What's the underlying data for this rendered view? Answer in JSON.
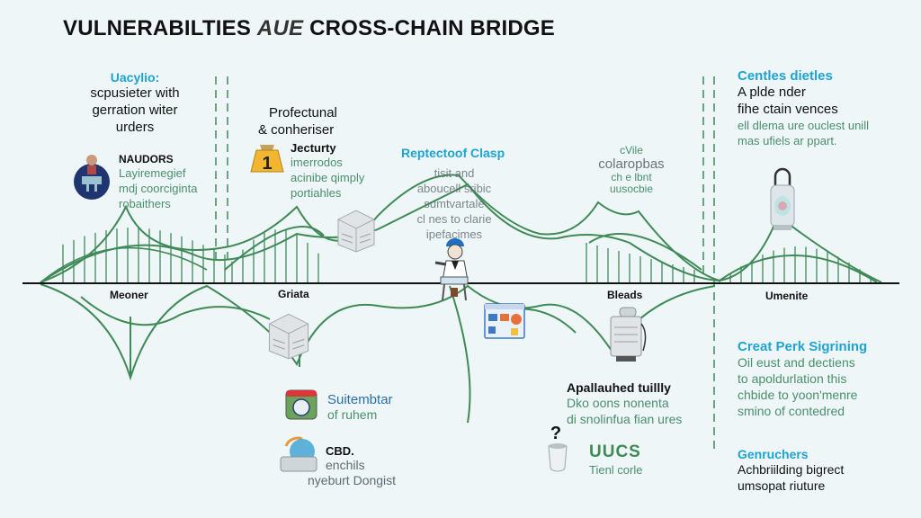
{
  "title": {
    "part1": "VULNERABILTIES",
    "part2": "AUE",
    "part3": "CROSS-CHAIN BRIDGE"
  },
  "colors": {
    "background": "#eef6f8",
    "bridge_green": "#3f8a57",
    "heading_blue": "#1ea3d2",
    "body_green": "#4b8f6b",
    "deck_black": "#111111"
  },
  "sections": {
    "top_left": {
      "heading": "Uacylio:",
      "lines": [
        "scpusieter with",
        "gerration witer",
        "urders"
      ]
    },
    "naudors": {
      "heading": "NAUDORS",
      "lines": [
        "Layiremegief",
        "mdj coorciginta",
        "robaithers"
      ],
      "icon": "person-laptop-icon"
    },
    "profectunal": {
      "heading_lines": [
        "Profectunal",
        "& conheriser"
      ]
    },
    "jecturty": {
      "heading": "Jecturty",
      "lines": [
        "imerrodos",
        "acinibe qimply",
        "portiahles"
      ],
      "icon": "weight-one-icon"
    },
    "reptecto": {
      "heading": "Reptectoof Clasp",
      "lines": [
        "tisit and",
        "aboucell sribic",
        "sumtvartale",
        "cl nes to clarie",
        "ipefacimes"
      ]
    },
    "colaropbas": {
      "lines_top": [
        "cVile"
      ],
      "heading": "colaropbas",
      "lines_bottom": [
        "ch e lbnt",
        "uusocbie"
      ]
    },
    "centles": {
      "heading": "Centles dietles",
      "dark_lines": [
        "A plde nder",
        "fihe ctain vences"
      ],
      "lines": [
        "ell dlema ure ouclest unill",
        "mas ufiels ar ppart."
      ],
      "icon": "lantern-lock-icon"
    },
    "creat_perk": {
      "heading": "Creat Perk Sigrining",
      "lines": [
        "Oil eust and dectiens",
        "to apoldurlation this",
        "chbide to yoon'menre",
        "smino of contedred"
      ]
    },
    "genruchers": {
      "heading": "Genruchers",
      "dark_lines": [
        "Achbriilding bigrect",
        "umsopat riuture"
      ]
    },
    "suitembitar": {
      "heading": "Suitembtar",
      "lines": [
        "of ruhem"
      ],
      "icon": "calendar-badge-icon"
    },
    "cbd": {
      "heading": "CBD.",
      "lines": [
        "enchils",
        "nyeburt Dongist"
      ],
      "icon": "globe-drive-icon"
    },
    "apallauhed": {
      "heading": "Apallauhed tuillly",
      "lines": [
        "Dko oons nonenta",
        "di snolinfua fian ures"
      ]
    },
    "uucs": {
      "heading": "UUCS",
      "lines": [
        "Tienl corle"
      ],
      "icon": "question-cup-icon"
    }
  },
  "deck_labels": [
    "Meoner",
    "Griata",
    "Bleads",
    "Umenite"
  ],
  "illustrations": {
    "worker": "person-hardhat-sitting",
    "dashboard": "dashboard-window",
    "server_top": "server-box",
    "server_bottom": "server-box",
    "machine": "machine-device"
  }
}
